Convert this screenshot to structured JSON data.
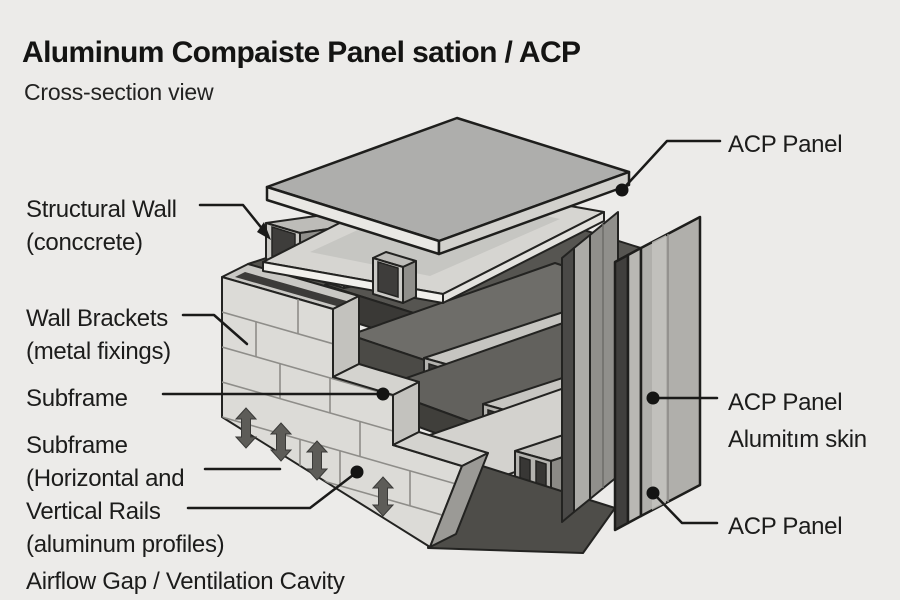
{
  "header": {
    "title": "Aluminum Compaiste Panel sation / ACP",
    "subtitle": "Cross-section view"
  },
  "labels": {
    "left": [
      {
        "id": "structural-wall",
        "lines": [
          "Structural Wall",
          "(conccrete)"
        ]
      },
      {
        "id": "wall-brackets",
        "lines": [
          "Wall Brackets",
          "(metal fixings)"
        ]
      },
      {
        "id": "subframe",
        "lines": [
          "Subframe"
        ]
      },
      {
        "id": "subframe-rails",
        "lines": [
          "Subframe",
          "(Horizontal and"
        ]
      },
      {
        "id": "vertical-rails",
        "lines": [
          "Vertical Rails",
          "(aluminum profiles)"
        ]
      },
      {
        "id": "airflow-gap",
        "lines": [
          "Airflow Gap / Ventilation Cavity"
        ]
      }
    ],
    "right": [
      {
        "id": "acp-panel-top",
        "lines": [
          "ACP Panel"
        ]
      },
      {
        "id": "acp-panel-mid",
        "lines": [
          "ACP Panel",
          "Alumitım skin"
        ]
      },
      {
        "id": "acp-panel-bottom",
        "lines": [
          "ACP Panel"
        ]
      }
    ]
  },
  "colors": {
    "background": "#ecebe9",
    "ink": "#1b1b1a",
    "panel_gray": "#aeaeac",
    "wall_gray": "#dcdbd7",
    "dark_layer": "#3f3e3a",
    "light_layer": "#d3d2ce",
    "arrow_gray": "#5d5c58"
  }
}
